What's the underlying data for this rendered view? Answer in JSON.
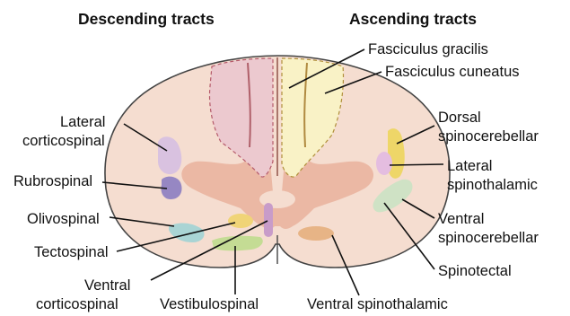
{
  "headers": {
    "descending": "Descending tracts",
    "ascending": "Ascending tracts"
  },
  "labels": {
    "fasciculus_gracilis": "Fasciculus gracilis",
    "fasciculus_cuneatus": "Fasciculus cuneatus",
    "lateral_corticospinal_1": "Lateral",
    "lateral_corticospinal_2": "corticospinal",
    "dorsal_spinocerebellar_1": "Dorsal",
    "dorsal_spinocerebellar_2": "spinocerebellar",
    "lateral_spinothalamic_1": "Lateral",
    "lateral_spinothalamic_2": "spinothalamic",
    "rubrospinal": "Rubrospinal",
    "olivospinal": "Olivospinal",
    "ventral_spinocerebellar_1": "Ventral",
    "ventral_spinocerebellar_2": "spinocerebellar",
    "tectospinal": "Tectospinal",
    "spinotectal": "Spinotectal",
    "ventral_corticospinal_1": "Ventral",
    "ventral_corticospinal_2": "corticospinal",
    "vestibulospinal": "Vestibulospinal",
    "ventral_spinothalamic": "Ventral spinothalamic"
  },
  "colors": {
    "white_matter": "#f5ddd0",
    "gray_matter": "#ebb8a4",
    "dorsal_left": "#ecc9cf",
    "dorsal_right": "#f9f2c6",
    "lateral_corticospinal": "#d9c2e0",
    "rubrospinal": "#9687c3",
    "olivospinal": "#a9d4d4",
    "tectospinal": "#f0d477",
    "vestibulospinal": "#c4dc94",
    "ventral_corticospinal": "#c89cc9",
    "dorsal_spinocerebellar": "#eed668",
    "lateral_spinothalamic": "#e4bde0",
    "ventral_spinocerebellar": "#cfe2c5",
    "ventral_spinothalamic": "#e7b486"
  }
}
